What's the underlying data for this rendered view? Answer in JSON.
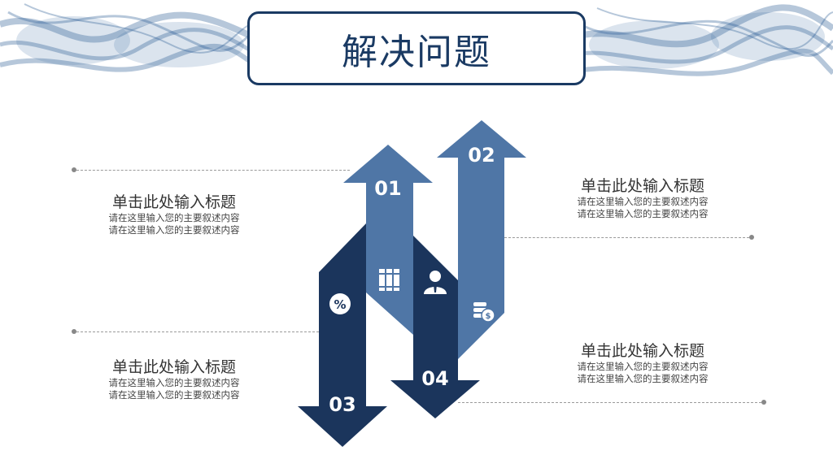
{
  "title": "解决问题",
  "steps": [
    {
      "number": "01",
      "heading": "单击此处输入标题",
      "desc1": "请在这里输入您的主要叙述内容",
      "desc2": "请在这里输入您的主要叙述内容",
      "icon": "books-icon"
    },
    {
      "number": "02",
      "heading": "单击此处输入标题",
      "desc1": "请在这里输入您的主要叙述内容",
      "desc2": "请在这里输入您的主要叙述内容",
      "icon": "coins-dollar-icon"
    },
    {
      "number": "03",
      "heading": "单击此处输入标题",
      "desc1": "请在这里输入您的主要叙述内容",
      "desc2": "请在这里输入您的主要叙述内容",
      "icon": "percent-badge-icon"
    },
    {
      "number": "04",
      "heading": "单击此处输入标题",
      "desc1": "请在这里输入您的主要叙述内容",
      "desc2": "请在这里输入您的主要叙述内容",
      "icon": "person-icon"
    }
  ],
  "colors": {
    "dark_navy": "#1b355c",
    "mid_blue": "#4f76a6",
    "title_border": "#1a3a63"
  }
}
